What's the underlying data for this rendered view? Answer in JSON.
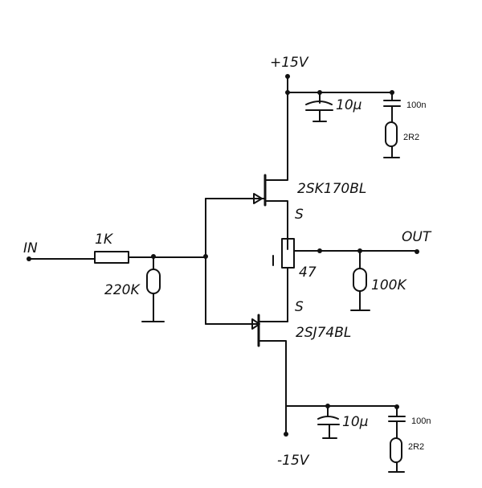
{
  "schematic": {
    "supply_positive": "+15V",
    "supply_negative": "-15V",
    "input_label": "IN",
    "output_label": "OUT",
    "input_resistor": "1K",
    "input_shunt_resistor": "220K",
    "upper_transistor": "2SK170BL",
    "lower_transistor": "2SJ74BL",
    "source_label_upper": "S",
    "source_label_lower": "S",
    "source_resistor": "47",
    "output_resistor": "100K",
    "upper_electrolytic": "10µ",
    "upper_film_cap": "100n",
    "upper_decoupling_resistor": "2R2",
    "lower_electrolytic": "10µ",
    "lower_film_cap": "100n",
    "lower_decoupling_resistor": "2R2"
  }
}
